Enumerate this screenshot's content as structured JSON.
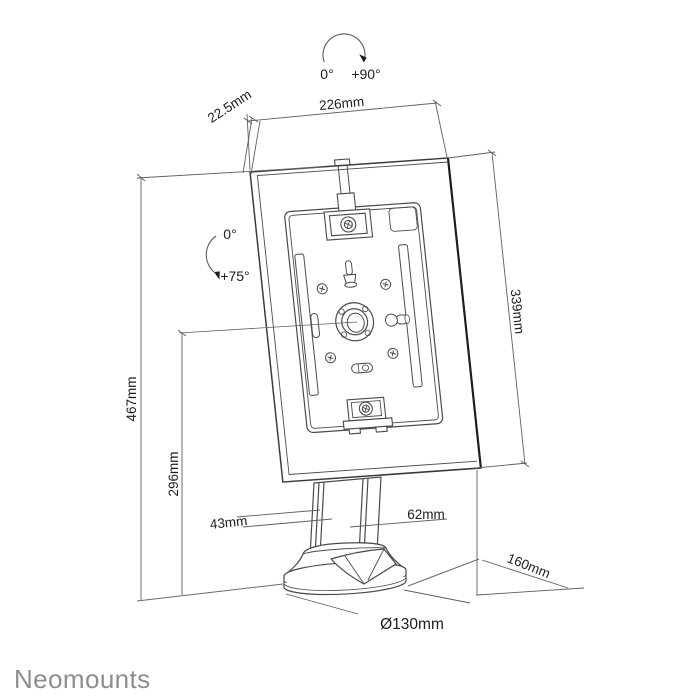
{
  "background": "#ffffff",
  "brand": {
    "logo_text": "Neomounts",
    "color": "#8d8d8d"
  },
  "drawing": {
    "type": "technical-line-drawing",
    "subject": "tablet kiosk countertop stand, tilted enclosure on round base",
    "line_color": "#4a4a4a",
    "dim_line_color": "#5f5f5f",
    "text_color": "#1c1c1c"
  },
  "annotations": {
    "rotation_range": {
      "from": "0°",
      "to": "+90°"
    },
    "tilt_range": {
      "from": "0°",
      "to": "+75°"
    },
    "width": "226mm",
    "edge_depth": "22.5mm",
    "panel_height": "339mm",
    "total_height": "467mm",
    "center_height": "296mm",
    "column_width": "43mm",
    "column_depth": "62mm",
    "base_depth": "160mm",
    "base_diameter": "Ø130mm"
  }
}
